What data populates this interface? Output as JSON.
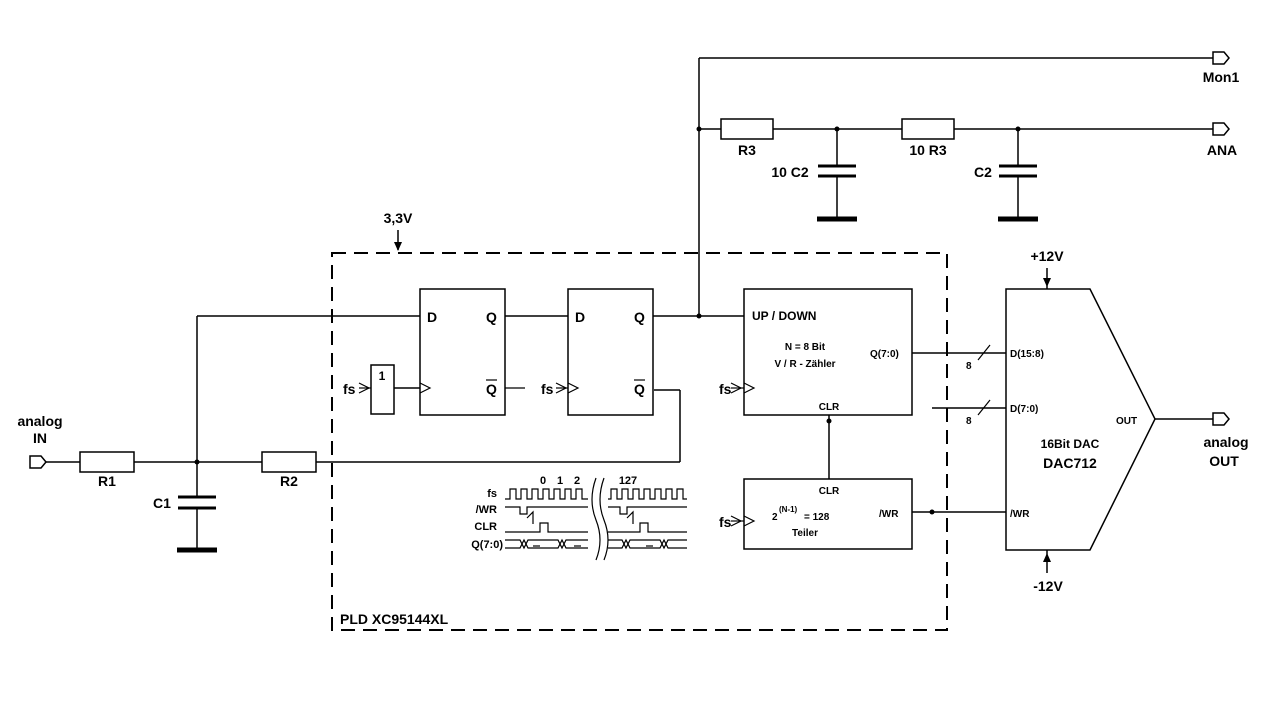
{
  "components": {
    "r1": "R1",
    "r2": "R2",
    "c1": "C1",
    "r3": "R3",
    "r3x10": "10 R3",
    "c2x10": "10 C2",
    "c2": "C2"
  },
  "ports": {
    "analog_in_line1": "analog",
    "analog_in_line2": "IN",
    "analog_out_line1": "analog",
    "analog_out_line2": "OUT",
    "mon1": "Mon1",
    "ana": "ANA"
  },
  "supply": {
    "v33": "3,3V",
    "vpos": "+12V",
    "vneg": "-12V"
  },
  "pld": {
    "label": "PLD  XC95144XL"
  },
  "ff1": {
    "d": "D",
    "q": "Q",
    "qbar": "Q"
  },
  "ff2": {
    "d": "D",
    "q": "Q",
    "qbar": "Q"
  },
  "inverter": {
    "label": "1"
  },
  "fs": {
    "label": "fs"
  },
  "counter": {
    "updown": "UP / DOWN",
    "n": "N = 8 Bit",
    "name": "V / R - Zähler",
    "q": "Q(7:0)",
    "clr": "CLR"
  },
  "divider": {
    "clr": "CLR",
    "base": "2",
    "exp": "(N-1)",
    "eq": "= 128",
    "name": "Teiler",
    "wr": "/WR"
  },
  "dac": {
    "title": "16Bit DAC",
    "model": "DAC712",
    "d_hi": "D(15:8)",
    "d_lo": "D(7:0)",
    "out": "OUT",
    "wr": "/WR"
  },
  "bus": {
    "width_hi": "8",
    "width_lo": "8"
  },
  "timing": {
    "sig_fs": "fs",
    "sig_wr": "/WR",
    "sig_clr": "CLR",
    "sig_q": "Q(7:0)",
    "t0": "0",
    "t1": "1",
    "t2": "2",
    "t127": "127"
  }
}
